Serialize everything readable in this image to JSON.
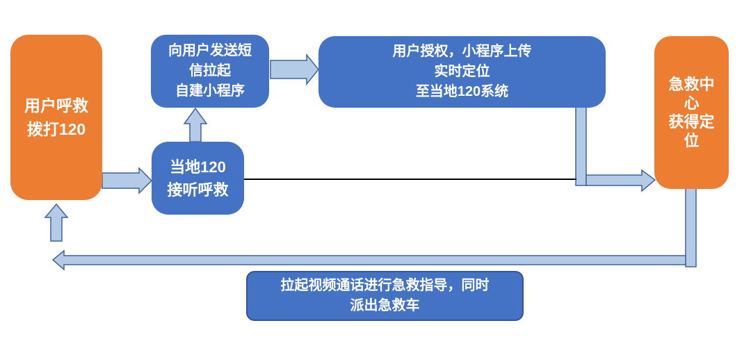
{
  "colors": {
    "orange": "#ED7D31",
    "blue": "#4472C4",
    "arrow_fill": "#B4CBE8",
    "arrow_border": "#41619B",
    "line_black": "#000000",
    "text_white": "#FFFFFF"
  },
  "nodes": {
    "user_call": {
      "lines": [
        "用户呼救",
        "拨打120"
      ]
    },
    "send_sms": {
      "lines": [
        "向用户发送短",
        "信拉起",
        "自建小程序"
      ]
    },
    "authorize": {
      "lines": [
        "用户授权，小程序上传",
        "实时定位",
        "至当地120系统"
      ]
    },
    "local_120": {
      "lines": [
        "当地120",
        "接听呼救"
      ]
    },
    "ems_center": {
      "lines": [
        "急救中",
        "心",
        "获得定",
        "位"
      ]
    },
    "video_call": {
      "lines": [
        "拉起视频通话进行急救指导，同时",
        "派出急救车"
      ]
    }
  }
}
